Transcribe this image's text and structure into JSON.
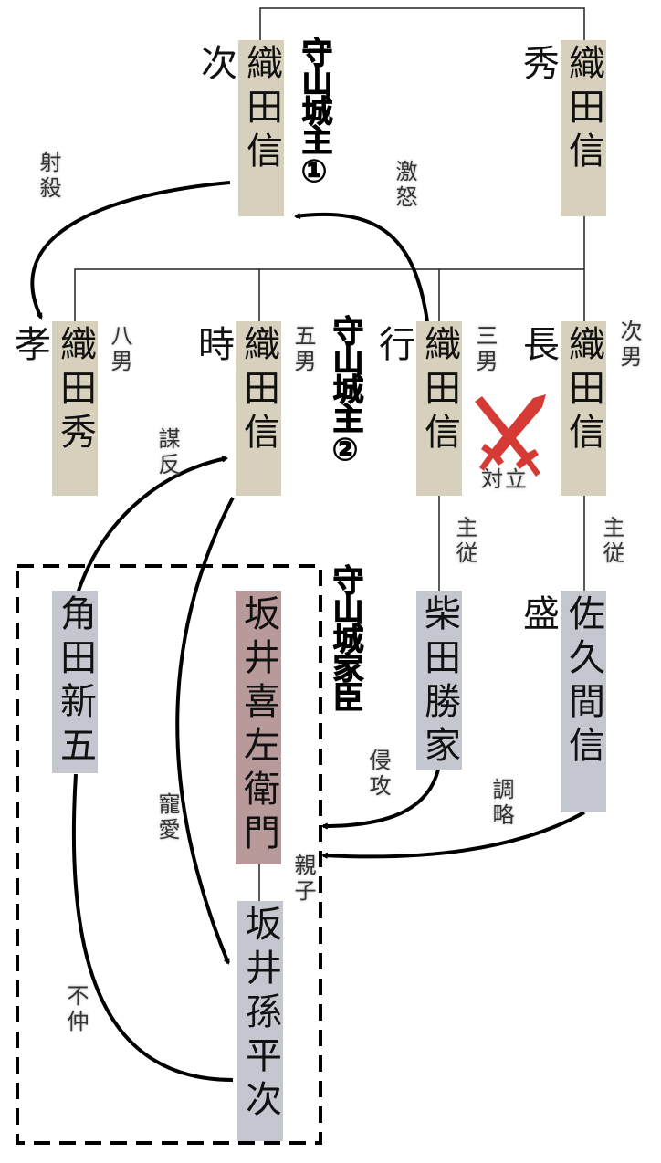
{
  "people": {
    "nobuhide": "織田信秀",
    "nobutsugu": "織田信次",
    "hidetaka": "織田秀孝",
    "nobutoki": "織田信時",
    "nobuyuki": "織田信行",
    "nobunaga": "織田信長",
    "tsunoda": "角田新五",
    "kizaemon": "坂井喜左衛門",
    "katsuie": "柴田勝家",
    "nobumori": "佐久間信盛",
    "magoheiji": "坂井孫平次"
  },
  "birth_order": {
    "hidetaka": "八男",
    "nobutoki": "五男",
    "nobuyuki": "三男",
    "nobunaga": "次男"
  },
  "titles": {
    "lord1": "守山城主①",
    "lord2": "守山城主②",
    "retainers": "守山城家臣"
  },
  "relations": {
    "shooting": "射殺",
    "rage": "激怒",
    "rebellion": "謀反",
    "favor": "寵愛",
    "discord": "不仲",
    "invasion": "侵攻",
    "scheme": "調略",
    "parent_child": "親子",
    "conflict": "対立",
    "lord_vassal_1": "主従",
    "lord_vassal_2": "主従"
  },
  "colors": {
    "oda_box": "#d6d0bd",
    "retainer_box": "#c4c6d0",
    "highlight_box": "#b89a9a",
    "conflict_swords": "#d63a34"
  }
}
